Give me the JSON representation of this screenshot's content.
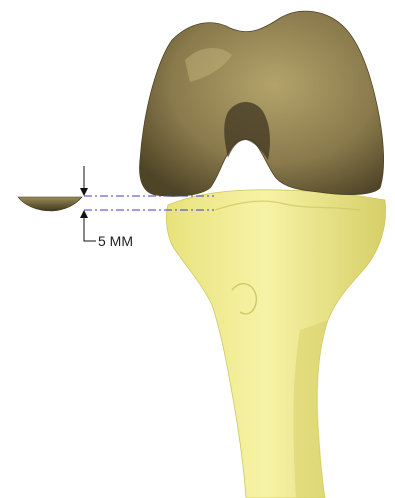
{
  "figure": {
    "measurement_label": "5 MM",
    "colors": {
      "femur": "#8a7a4c",
      "femur_shadow": "#4e4426",
      "tibia": "#f4ef92",
      "tibia_shadow": "#cfc862",
      "resection_line": "#3b3bd6",
      "dimension_line": "#111111"
    },
    "parts": [
      "femur-condyles",
      "tibia",
      "tibial-resection-wedge"
    ]
  }
}
